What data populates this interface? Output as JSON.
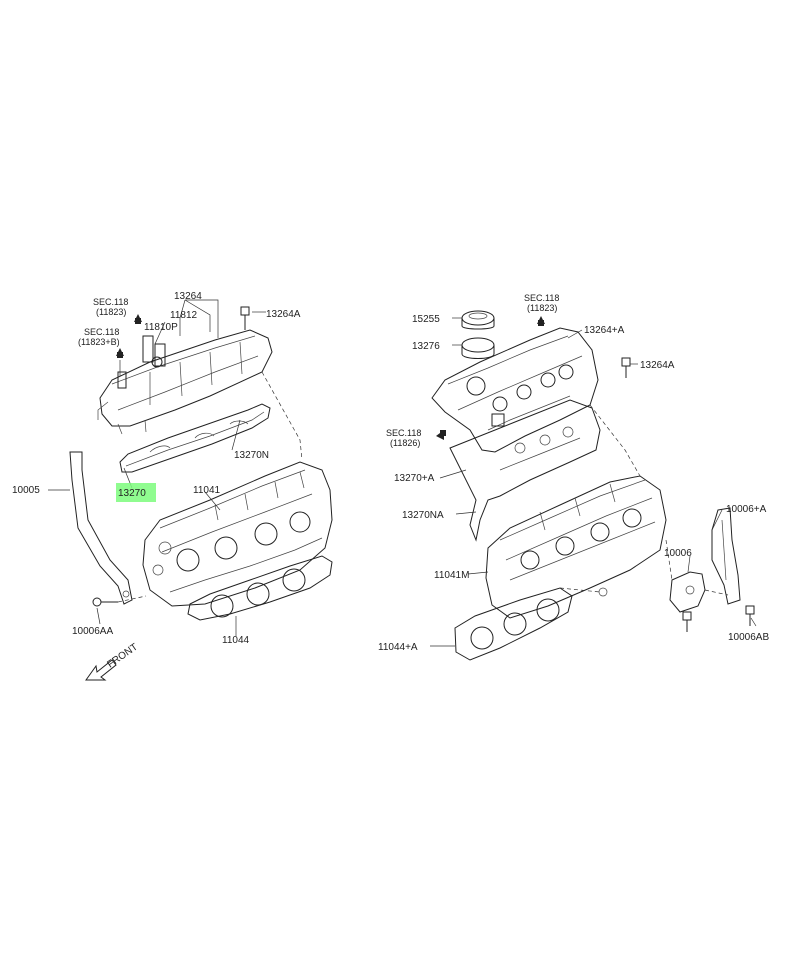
{
  "diagram": {
    "highlight_color": "#7CFC7C",
    "line_color": "#222222",
    "left_labels": {
      "sec118_11823": [
        "SEC.118",
        "(11823)"
      ],
      "sec118_11823b": [
        "SEC.118",
        "(11823+B)"
      ],
      "p13264": "13264",
      "p11812": "11812",
      "p11810p": "11810P",
      "p13264a": "13264A",
      "p13270n": "13270N",
      "p13270": "13270",
      "p11041": "11041",
      "p10005": "10005",
      "p10006aa": "10006AA",
      "p11044": "11044",
      "front": "FRONT"
    },
    "right_labels": {
      "p15255": "15255",
      "sec118_11823": [
        "SEC.118",
        "(11823)"
      ],
      "p13264plusA": "13264+A",
      "p13276": "13276",
      "p13264a": "13264A",
      "sec118_11826": [
        "SEC.118",
        "(11826)"
      ],
      "p13270plusA": "13270+A",
      "p13270na": "13270NA",
      "p10006plusA": "10006+A",
      "p10006": "10006",
      "p11041m": "11041M",
      "p10006ab": "10006AB",
      "p11044plusA": "11044+A"
    }
  }
}
